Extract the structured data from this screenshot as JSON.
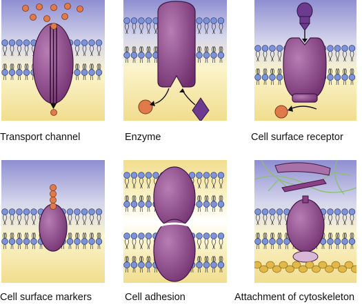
{
  "panels": [
    {
      "id": "transport-channel",
      "caption": "Transport channel"
    },
    {
      "id": "enzyme",
      "caption": "Enzyme"
    },
    {
      "id": "cell-surface-receptor",
      "caption": "Cell surface receptor"
    },
    {
      "id": "cell-surface-markers",
      "caption": "Cell surface markers"
    },
    {
      "id": "cell-adhesion",
      "caption": "Cell adhesion"
    },
    {
      "id": "attachment-of-cytoskeleton",
      "caption": "Attachment of cytoskeleton"
    }
  ],
  "colors": {
    "extracellular": "#a9a9d6",
    "cytoplasm": "#f4e7a8",
    "protein": "#8a3f86",
    "lipid_head": "#7d93d8",
    "molecule": "#e07a4a",
    "ligand": "#6c3a8f",
    "actin": "#e2b848",
    "filament": "#8cc06a"
  }
}
